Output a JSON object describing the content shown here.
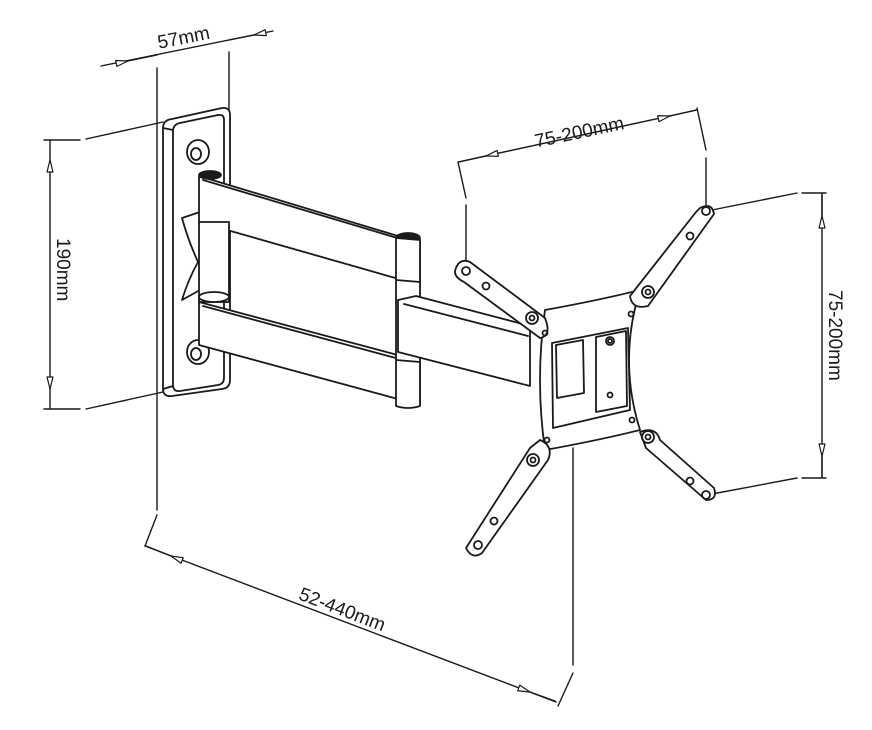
{
  "diagram": {
    "subject": "Full-motion TV wall mount (articulating arm)",
    "colors": {
      "line": "#1a1a1a",
      "background": "#ffffff"
    },
    "components": [
      {
        "name": "wall-plate",
        "label": ""
      },
      {
        "name": "articulating-arm",
        "label": ""
      },
      {
        "name": "vesa-plate",
        "label": ""
      }
    ],
    "dimensions": {
      "wall_plate_depth": "57mm",
      "wall_plate_height": "190mm",
      "vesa_horizontal": "75-200mm",
      "vesa_vertical": "75-200mm",
      "extension": "52-440mm"
    }
  }
}
